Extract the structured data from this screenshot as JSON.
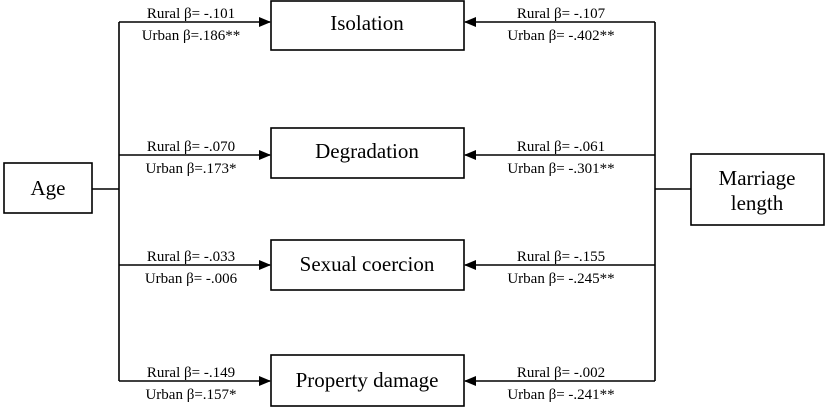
{
  "left_node": {
    "label": "Age"
  },
  "right_node": {
    "label_line1": "Marriage",
    "label_line2": "length"
  },
  "outcomes": [
    {
      "label": "Isolation",
      "age_rural": "Rural β= -.101",
      "age_urban": "Urban β=.186**",
      "ml_rural": "Rural β= -.107",
      "ml_urban": "Urban β= -.402**"
    },
    {
      "label": "Degradation",
      "age_rural": "Rural β= -.070",
      "age_urban": "Urban β=.173*",
      "ml_rural": "Rural β= -.061",
      "ml_urban": "Urban β= -.301**"
    },
    {
      "label": "Sexual coercion",
      "age_rural": "Rural β= -.033",
      "age_urban": "Urban β= -.006",
      "ml_rural": "Rural β= -.155",
      "ml_urban": "Urban β= -.245**"
    },
    {
      "label": "Property damage",
      "age_rural": "Rural β= -.149",
      "age_urban": "Urban β=.157*",
      "ml_rural": "Rural β= -.002",
      "ml_urban": "Urban β= -.241**"
    }
  ]
}
